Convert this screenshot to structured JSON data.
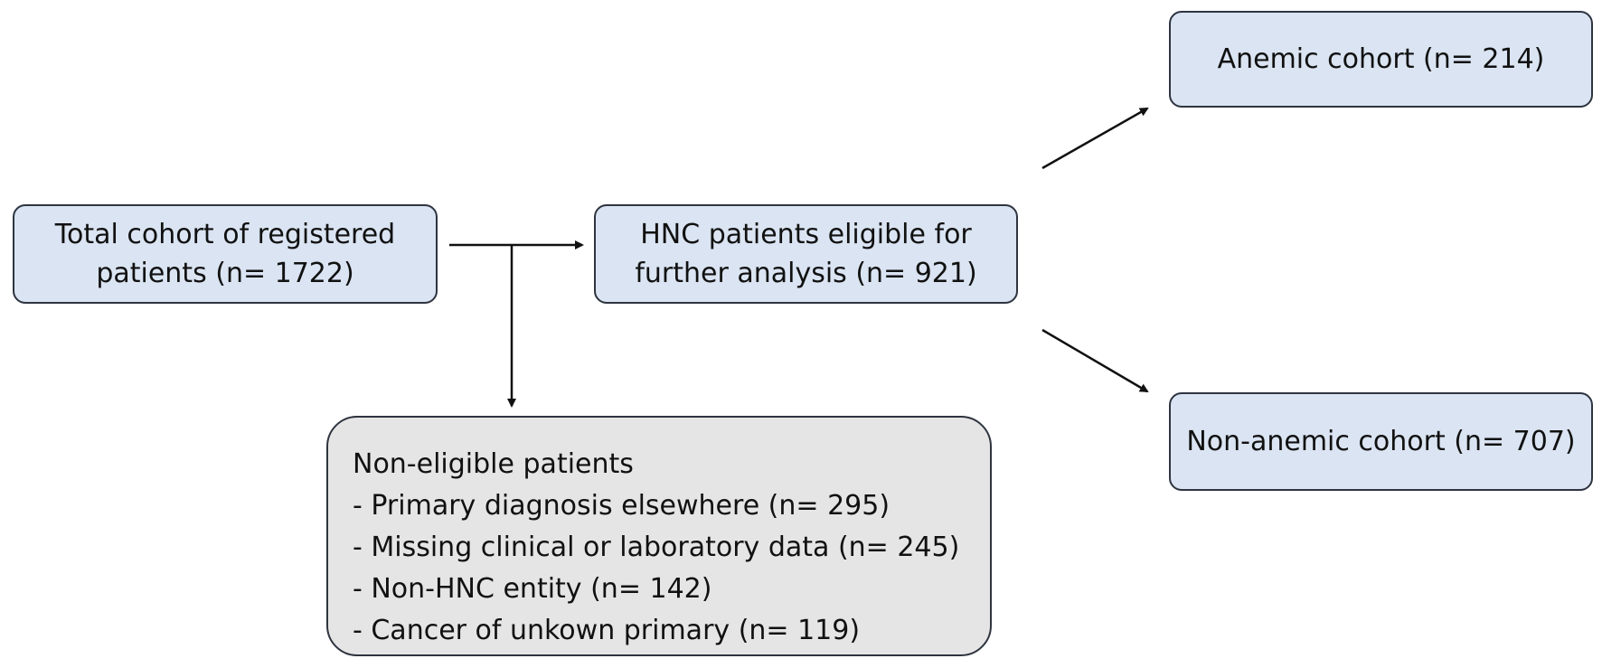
{
  "nodes": {
    "total": {
      "lines": [
        "Total cohort of registered",
        "patients (n= 1722)"
      ]
    },
    "eligible": {
      "lines": [
        "HNC patients eligible for",
        "further analysis (n= 921)"
      ]
    },
    "anemic": {
      "lines": [
        "Anemic cohort (n= 214)"
      ]
    },
    "non_anemic": {
      "lines": [
        "Non-anemic cohort (n= 707)"
      ]
    },
    "non_eligible": {
      "lines": [
        "Non-eligible patients",
        "- Primary diagnosis elsewhere (n= 295)",
        "- Missing clinical or laboratory data (n= 245)",
        "- Non-HNC entity (n= 142)",
        "- Cancer of unkown primary (n= 119)"
      ]
    }
  },
  "edges": [
    {
      "from": "total",
      "to": "eligible"
    },
    {
      "from": "total",
      "to": "non_eligible"
    },
    {
      "from": "eligible",
      "to": "anemic"
    },
    {
      "from": "eligible",
      "to": "non_anemic"
    }
  ],
  "colors": {
    "eligible_fill": "#dae4f2",
    "excluded_fill": "#e6e5e5",
    "stroke": "#2e3440",
    "arrow": "#111111"
  }
}
